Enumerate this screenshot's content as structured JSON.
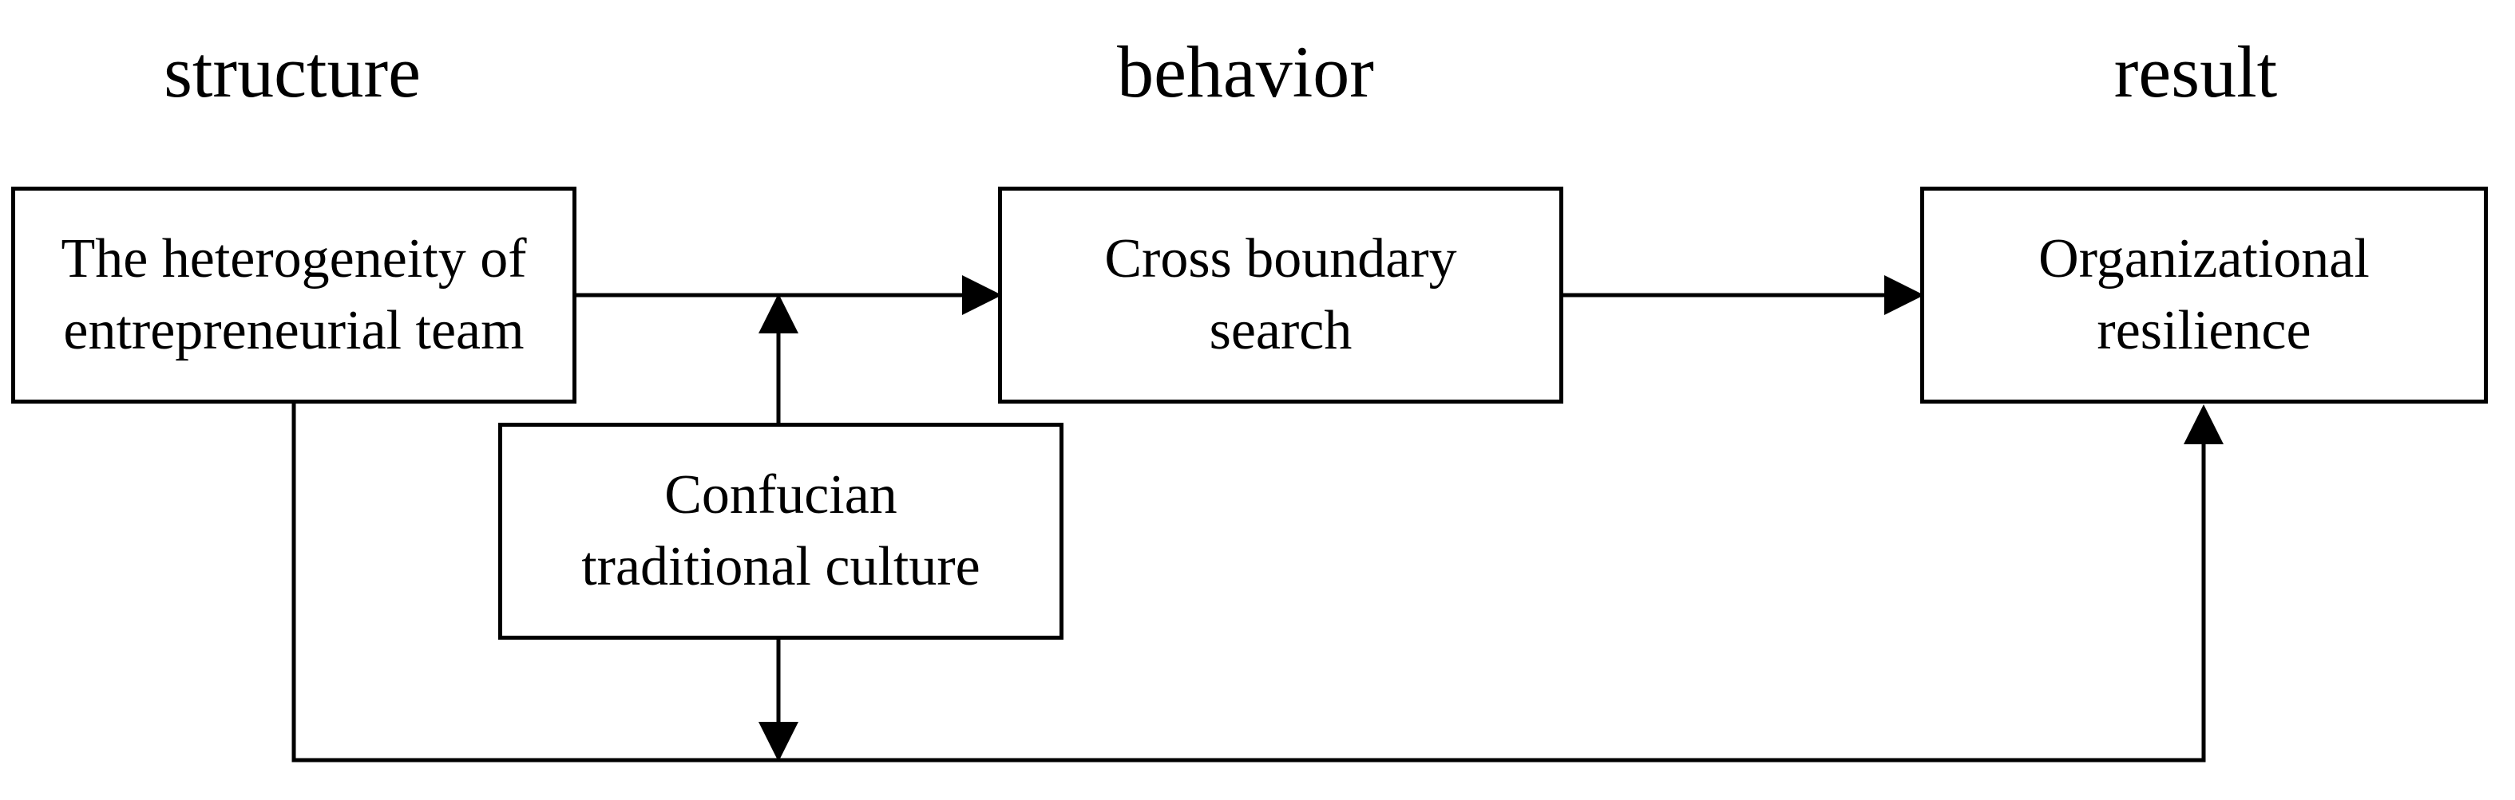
{
  "headings": {
    "structure": "structure",
    "behavior": "behavior",
    "result": "result"
  },
  "boxes": {
    "heterogeneity": {
      "line1": "The heterogeneity of",
      "line2": "entrepreneurial team"
    },
    "cross_boundary": {
      "line1": "Cross boundary",
      "line2": "search"
    },
    "resilience": {
      "line1": "Organizational",
      "line2": "resilience"
    },
    "confucian": {
      "line1": "Confucian",
      "line2": "traditional culture"
    }
  },
  "colors": {
    "stroke": "#000000",
    "background": "#ffffff"
  }
}
